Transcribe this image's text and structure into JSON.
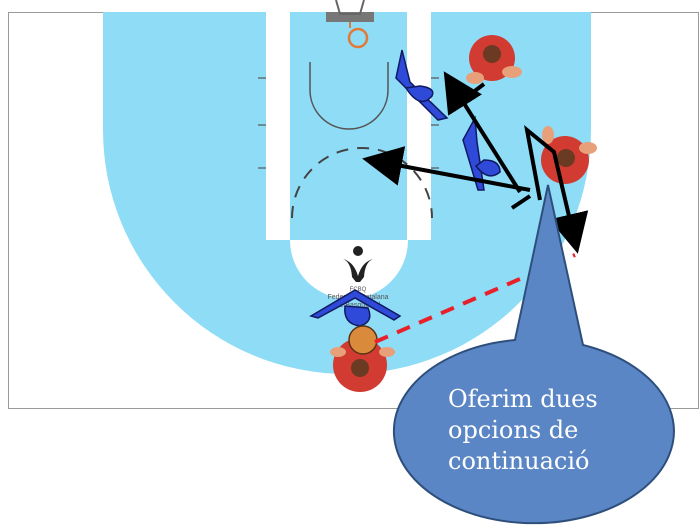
{
  "logo": {
    "short": "FCBQ",
    "name_line1": "Federació Catalana",
    "name_line2": "de Basquetbol"
  },
  "callout": {
    "lines": [
      "Oferim dues",
      "opcions de",
      "continuació"
    ]
  },
  "colors": {
    "court": "#8fdcf7",
    "lines": "#ffffff",
    "callout_fill": "#5b86c5",
    "callout_stroke": "#2e4f7c",
    "arrow": "#000000",
    "pass": "#e8202a",
    "defender": "#2f49d8",
    "attacker": "#d23b32"
  }
}
